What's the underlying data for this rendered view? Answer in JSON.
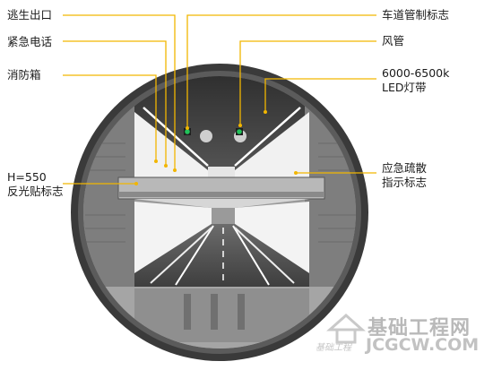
{
  "labels": {
    "escape_exit": "逃生出口",
    "emergency_phone": "紧急电话",
    "fire_box": "消防箱",
    "reflective_sign_line1": "H=550",
    "reflective_sign_line2": "反光贴标志",
    "lane_sign": "车道管制标志",
    "air_duct": "风管",
    "led_strip_line1": "6000-6500k",
    "led_strip_line2": "LED灯带",
    "evac_sign_line1": "应急疏散",
    "evac_sign_line2": "指示标志"
  },
  "watermark": {
    "site_name": "基础工程网",
    "site_url": "JCGCW.COM",
    "logo_text": "基础工程"
  },
  "colors": {
    "leader_line": "#f2b600",
    "tunnel_ring": "#3c3c3c",
    "roadway": "#4a4a4a",
    "wall_panel": "#f4f4f4",
    "signal_green": "#22c25a"
  }
}
